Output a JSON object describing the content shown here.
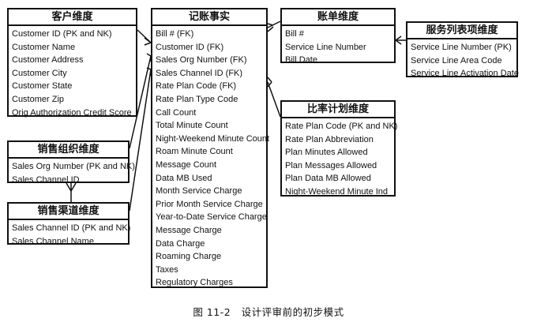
{
  "entities": {
    "customer": {
      "title": "客户维度",
      "fields": [
        "Customer ID (PK and NK)",
        "Customer Name",
        "Customer Address",
        "Customer City",
        "Customer State",
        "Customer Zip",
        "Orig Authorization Credit Score"
      ]
    },
    "fact": {
      "title": "记账事实",
      "fields": [
        "Bill # (FK)",
        "Customer ID (FK)",
        "Sales Org Number (FK)",
        "Sales Channel ID (FK)",
        "Rate Plan Code (FK)",
        "Rate Plan Type Code",
        "Call Count",
        "Total Minute Count",
        "Night-Weekend Minute Count",
        "Roam Minute Count",
        "Message Count",
        "Data MB Used",
        "Month Service Charge",
        "Prior Month Service Charge",
        "Year-to-Date Service Charge",
        "Message Charge",
        "Data Charge",
        "Roaming Charge",
        "Taxes",
        "Regulatory Charges"
      ]
    },
    "bill": {
      "title": "账单维度",
      "fields": [
        "Bill #",
        "Service Line Number",
        "Bill Date"
      ]
    },
    "service": {
      "title": "服务列表项维度",
      "fields": [
        "Service Line Number (PK)",
        "Service Line Area Code",
        "Service Line Activation Date"
      ]
    },
    "plan": {
      "title": "比率计划维度",
      "fields": [
        "Rate Plan Code (PK and NK)",
        "Rate Plan Abbreviation",
        "Plan Minutes Allowed",
        "Plan Messages Allowed",
        "Plan Data MB Allowed",
        "Night-Weekend Minute Ind"
      ]
    },
    "salesorg": {
      "title": "销售组织维度",
      "fields": [
        "Sales Org Number (PK and NK)",
        "Sales Channel ID"
      ]
    },
    "channel": {
      "title": "销售渠道维度",
      "fields": [
        "Sales Channel ID (PK and NK)",
        "Sales Channel Name"
      ]
    }
  },
  "caption": "图 11-2   设计评审前的初步模式"
}
